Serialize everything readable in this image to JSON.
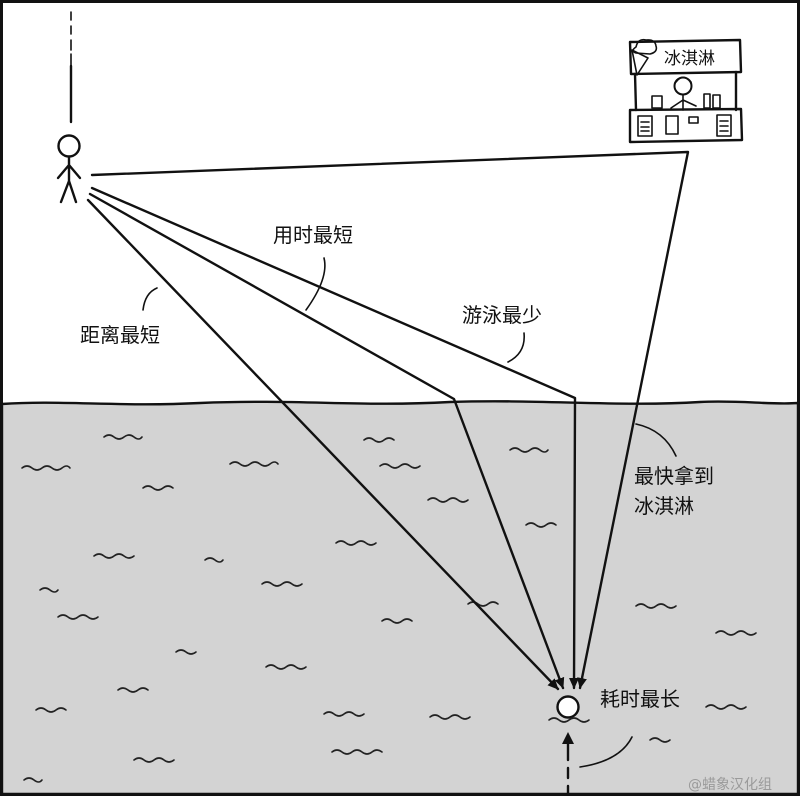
{
  "colors": {
    "ink": "#111111",
    "water": "#d3d3d3",
    "sky": "#ffffff",
    "credit": "#9a9a9a"
  },
  "sign": {
    "text": "冰淇淋",
    "icon": "ice-cream-cone-icon"
  },
  "labels": {
    "shortest_distance": "距离最短",
    "shortest_time": "用时最短",
    "least_swimming": "游泳最少",
    "fastest_ice_cream_line1": "最快拿到",
    "fastest_ice_cream_line2": "冰淇淋",
    "longest_time": "耗时最长"
  },
  "credit": "@蜡象汉化组"
}
